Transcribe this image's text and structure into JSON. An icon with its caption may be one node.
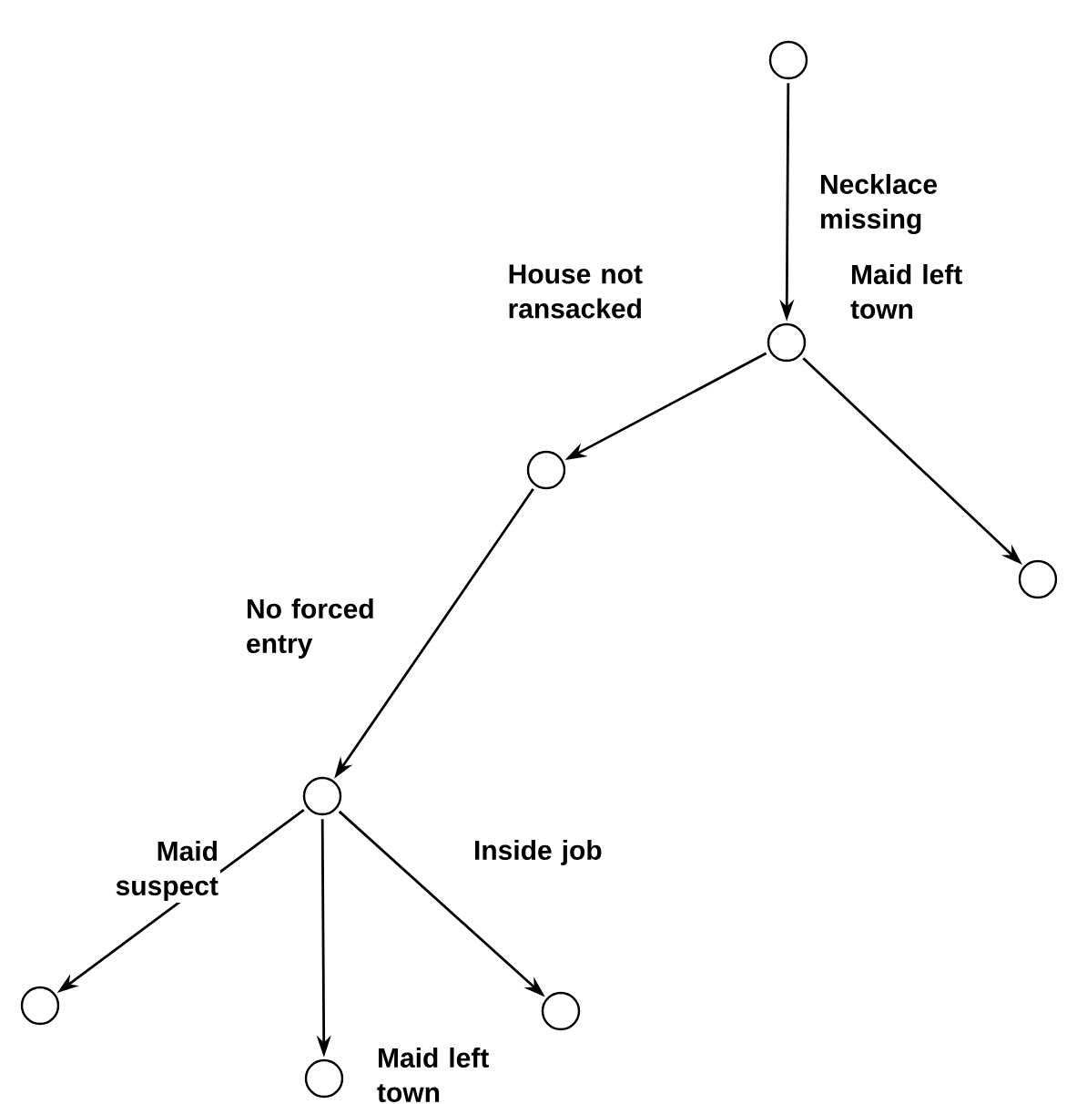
{
  "diagram": {
    "nodes": [
      {
        "text": [],
        "shape": "circle"
      },
      {
        "text": [],
        "shape": "circle"
      },
      {
        "text": [],
        "shape": "circle"
      },
      {
        "text": [],
        "shape": "circle"
      },
      {
        "text": [],
        "shape": "circle"
      },
      {
        "text": [],
        "shape": "circle"
      },
      {
        "text": [],
        "shape": "circle"
      },
      {
        "text": [],
        "shape": "circle"
      }
    ],
    "edges": [
      {
        "from": 0,
        "to": 1,
        "arrow": "to",
        "label": "Necklace missing"
      },
      {
        "from": 1,
        "to": 2,
        "arrow": "to",
        "label": "House not ransacked"
      },
      {
        "from": 1,
        "to": 3,
        "arrow": "to",
        "label": "Maid left town"
      },
      {
        "from": 2,
        "to": 4,
        "arrow": "to",
        "label": "No forced entry"
      },
      {
        "from": 4,
        "to": 5,
        "arrow": "to",
        "label": "Maid suspect"
      },
      {
        "from": 4,
        "to": 6,
        "arrow": "to",
        "label": "Maid left town"
      },
      {
        "from": 4,
        "to": 7,
        "arrow": "to",
        "label": "Inside job"
      }
    ]
  }
}
